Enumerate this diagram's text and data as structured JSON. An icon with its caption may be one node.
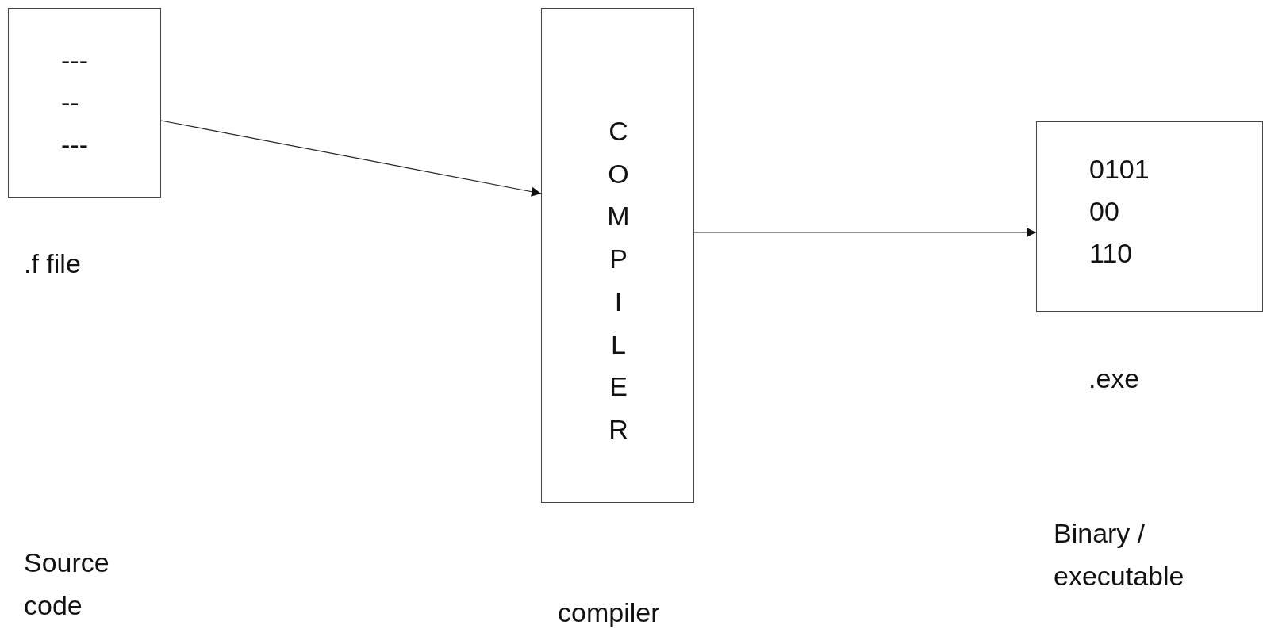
{
  "diagram": {
    "nodes": [
      {
        "text": [
          "---",
          "--",
          "---"
        ],
        "beside": [
          ".f file"
        ]
      },
      {
        "text": [
          "COMPILER"
        ],
        "beside": [
          "compiler"
        ]
      },
      {
        "text": [
          "0101",
          "00",
          "110"
        ],
        "beside": [
          ".exe"
        ]
      }
    ],
    "labels": [
      "Source code",
      "Binary / executable"
    ],
    "edges": [
      {
        "from": 0,
        "to": 1,
        "arrow": "to"
      },
      {
        "from": 1,
        "to": 2,
        "arrow": "to"
      }
    ]
  }
}
